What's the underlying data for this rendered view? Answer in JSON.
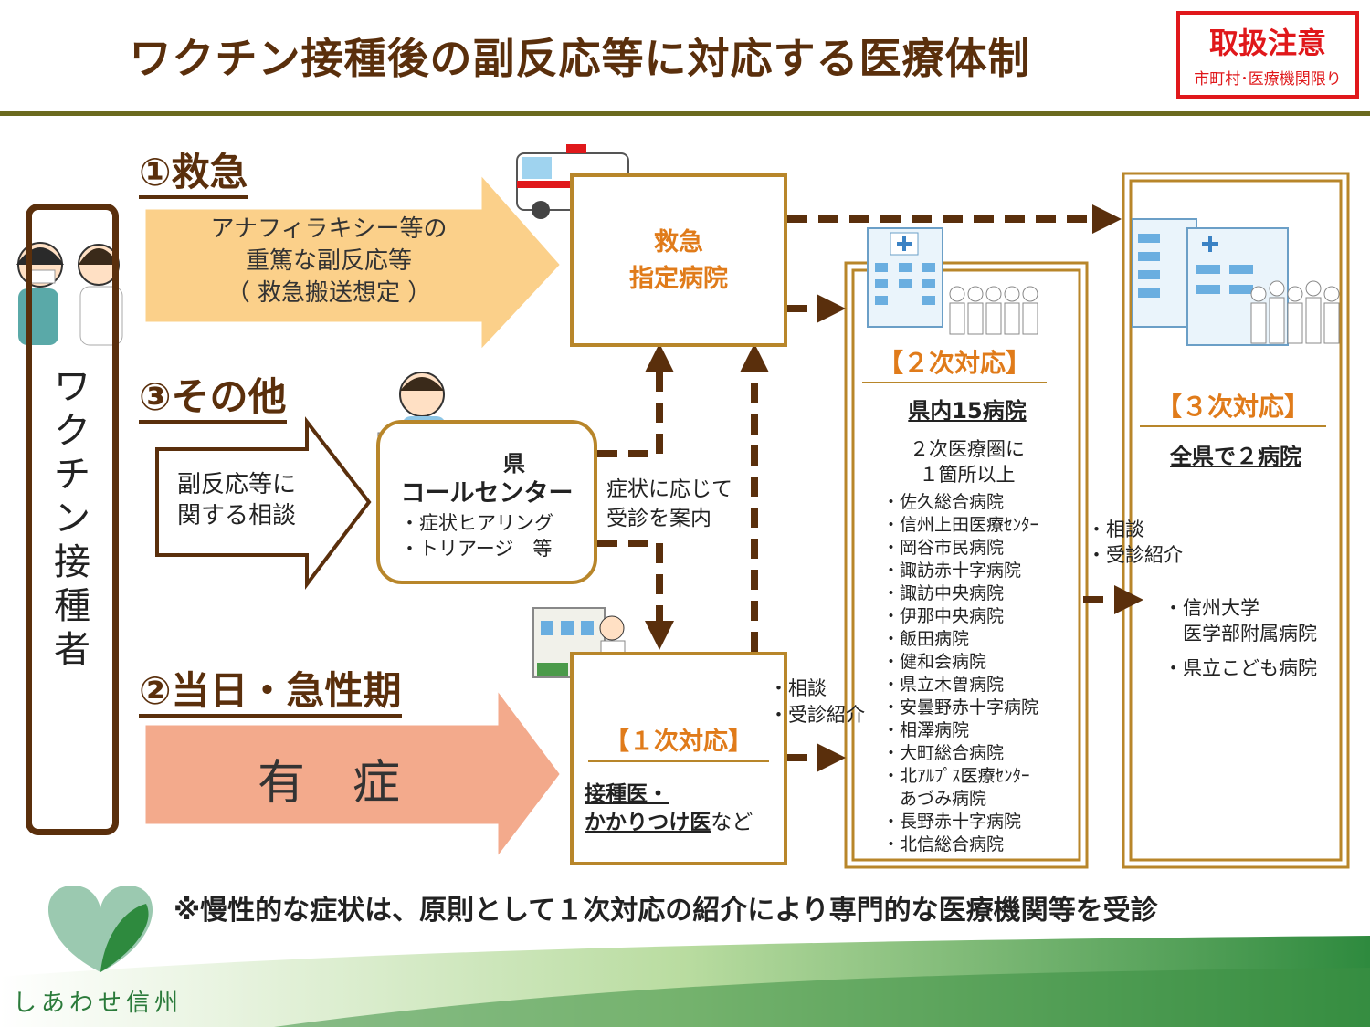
{
  "title": "ワクチン接種後の副反応等に対応する医療体制",
  "stamp": {
    "main": "取扱注意",
    "sub": "市町村･医療機関限り"
  },
  "vaccinee": "ワクチン接種者",
  "sections": {
    "emergency": {
      "label": "①救急",
      "arrow_lines": [
        "アナフィラキシー等の",
        "重篤な副反応等",
        "（ 救急搬送想定 ）"
      ]
    },
    "other": {
      "label": "③その他",
      "arrow_lines": [
        "副反応等に",
        "関する相談"
      ]
    },
    "sameday": {
      "label": "②当日・急性期",
      "arrow_text": "有　症"
    }
  },
  "emergency_hospital": {
    "line1": "救急",
    "line2": "指定病院"
  },
  "call_center": {
    "title1": "県",
    "title2": "コールセンター",
    "items": [
      "・症状ヒアリング",
      "・トリアージ　等"
    ]
  },
  "guidance": [
    "症状に応じて",
    "受診を案内"
  ],
  "primary": {
    "title": "【１次対応】",
    "line1": "接種医・",
    "line2a": "かかりつけ医",
    "line2b": "など"
  },
  "consult_1": [
    "・相談",
    "・受診紹介"
  ],
  "secondary": {
    "title": "【２次対応】",
    "subtitle": "県内15病院",
    "desc": [
      "２次医療圏に",
      "１箇所以上"
    ],
    "hospitals": [
      "・佐久総合病院",
      "・信州上田医療ｾﾝﾀｰ",
      "・岡谷市民病院",
      "・諏訪赤十字病院",
      "・諏訪中央病院",
      "・伊那中央病院",
      "・飯田病院",
      "・健和会病院",
      "・県立木曽病院",
      "・安曇野赤十字病院",
      "・相澤病院",
      "・大町総合病院",
      "・北ｱﾙﾌﾟｽ医療ｾﾝﾀｰ",
      "　あづみ病院",
      "・長野赤十字病院",
      "・北信総合病院"
    ]
  },
  "consult_2": [
    "・相談",
    "・受診紹介"
  ],
  "tertiary": {
    "title": "【３次対応】",
    "subtitle": "全県で２病院",
    "hospitals": [
      "・信州大学",
      "　医学部附属病院",
      "・県立こども病院"
    ]
  },
  "note": "※慢性的な症状は、原則として１次対応の紹介により専門的な医療機関等を受診",
  "logo_text": "しあわせ信州",
  "colors": {
    "brown": "#5a2f0c",
    "gold": "#b8862a",
    "emergency_arrow": "#fbd08a",
    "sameday_arrow": "#f3aa8c",
    "stamp_red": "#e0181b",
    "logo_green": "#2a7a3a"
  }
}
